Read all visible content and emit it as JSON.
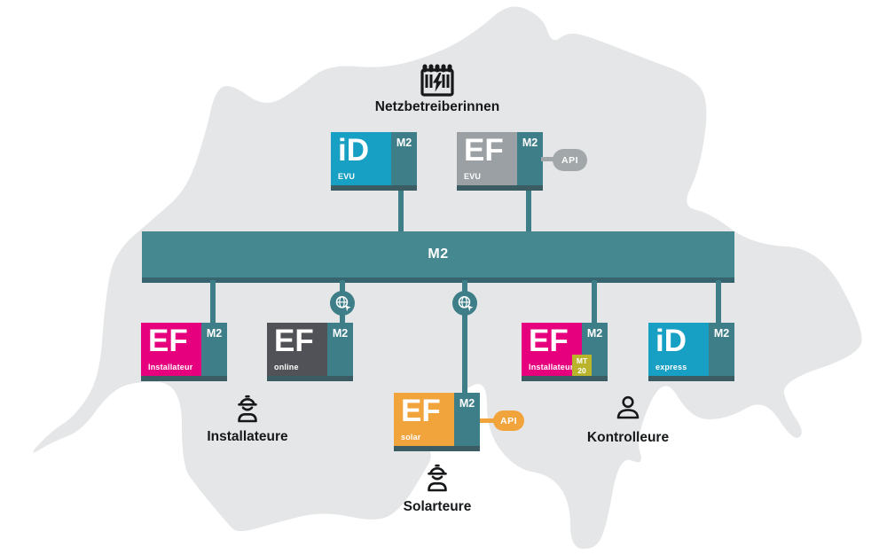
{
  "bus": {
    "label": "M2"
  },
  "boxes": {
    "id_evu": {
      "big": "iD",
      "sub": "EVU",
      "tag": "M2"
    },
    "ef_evu": {
      "big": "EF",
      "sub": "EVU",
      "tag": "M2",
      "api": "API"
    },
    "ef_installateur": {
      "big": "EF",
      "sub": "Installateur",
      "tag": "M2"
    },
    "ef_online": {
      "big": "EF",
      "sub": "online",
      "tag": "M2"
    },
    "ef_solar": {
      "big": "EF",
      "sub": "solar",
      "tag": "M2",
      "api": "API"
    },
    "ef_installateur_mt20": {
      "big": "EF",
      "sub": "Installateur",
      "tag": "M2",
      "badge": "MT 20"
    },
    "id_express": {
      "big": "iD",
      "sub": "express",
      "tag": "M2"
    }
  },
  "groups": {
    "netzbetreiberinnen": "Netzbetreiberinnen",
    "installateure": "Installateure",
    "kontrolleure": "Kontrolleure",
    "solarteure": "Solarteure"
  },
  "icons": {
    "netzbetreiberinnen": "power-plant-icon",
    "installateure": "worker-helmet-icon",
    "kontrolleure": "person-icon",
    "solarteure": "worker-helmet-icon",
    "bus_nodes": "globe-icon"
  },
  "colors": {
    "map": "#e4e6e7",
    "teal": "#3d7e88",
    "bar": "#468890",
    "strip": "#3a5c62",
    "stripbar": "#35646e",
    "cyan": "#189fc4",
    "magenta": "#e6007e",
    "gray": "#9aa0a3",
    "darkgray": "#515257",
    "orange": "#f2a43c",
    "olive": "#b9b42b",
    "pillgray": "#a2a7a9",
    "text": "#16181a"
  }
}
